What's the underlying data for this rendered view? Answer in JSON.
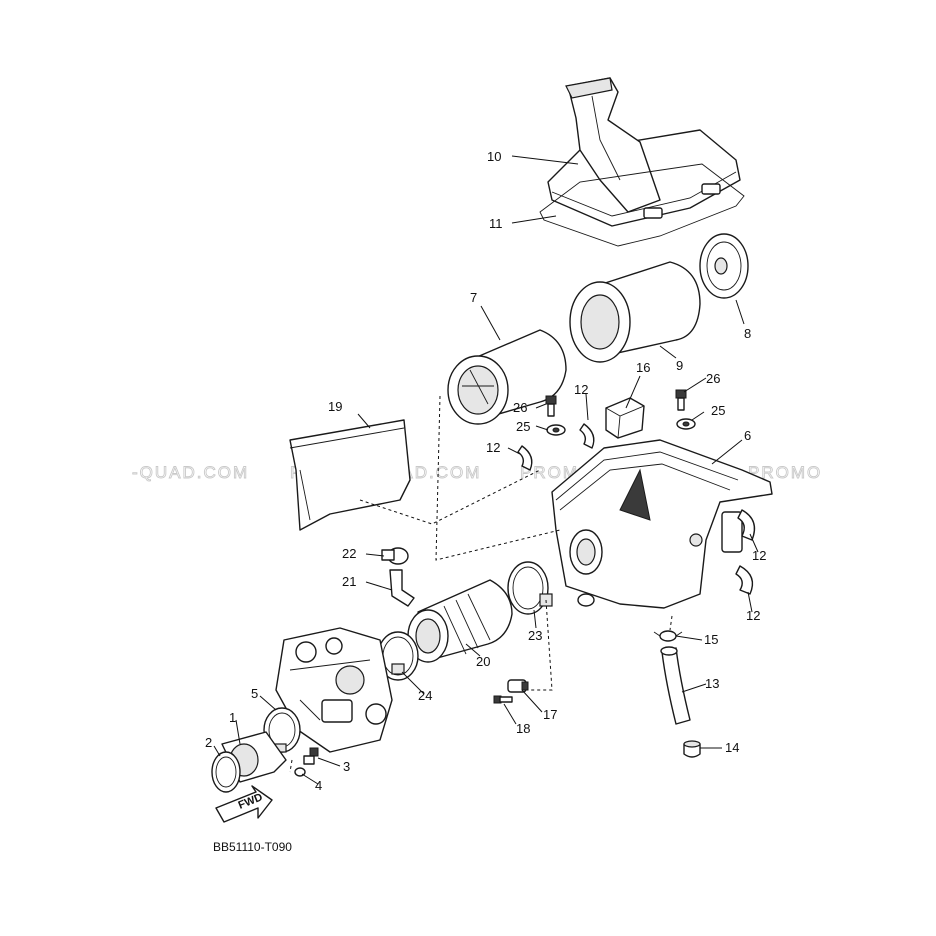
{
  "diagram": {
    "document_code": "BB51110-T090",
    "fwd_label": "FWD",
    "watermark_texts": [
      "-QUAD.COM",
      "PROMO-QUAD.COM",
      "PROMO-QUAD.COM",
      "PROMO"
    ],
    "callouts": {
      "n1": "1",
      "n2": "2",
      "n3": "3",
      "n4": "4",
      "n5": "5",
      "n6": "6",
      "n7": "7",
      "n8": "8",
      "n9": "9",
      "n10": "10",
      "n11": "11",
      "n12a": "12",
      "n12b": "12",
      "n12c": "12",
      "n12d": "12",
      "n13": "13",
      "n14": "14",
      "n15": "15",
      "n16": "16",
      "n17": "17",
      "n18": "18",
      "n19": "19",
      "n20": "20",
      "n21": "21",
      "n22": "22",
      "n23": "23",
      "n24": "24",
      "n25a": "25",
      "n25b": "25",
      "n26a": "26",
      "n26b": "26"
    }
  }
}
